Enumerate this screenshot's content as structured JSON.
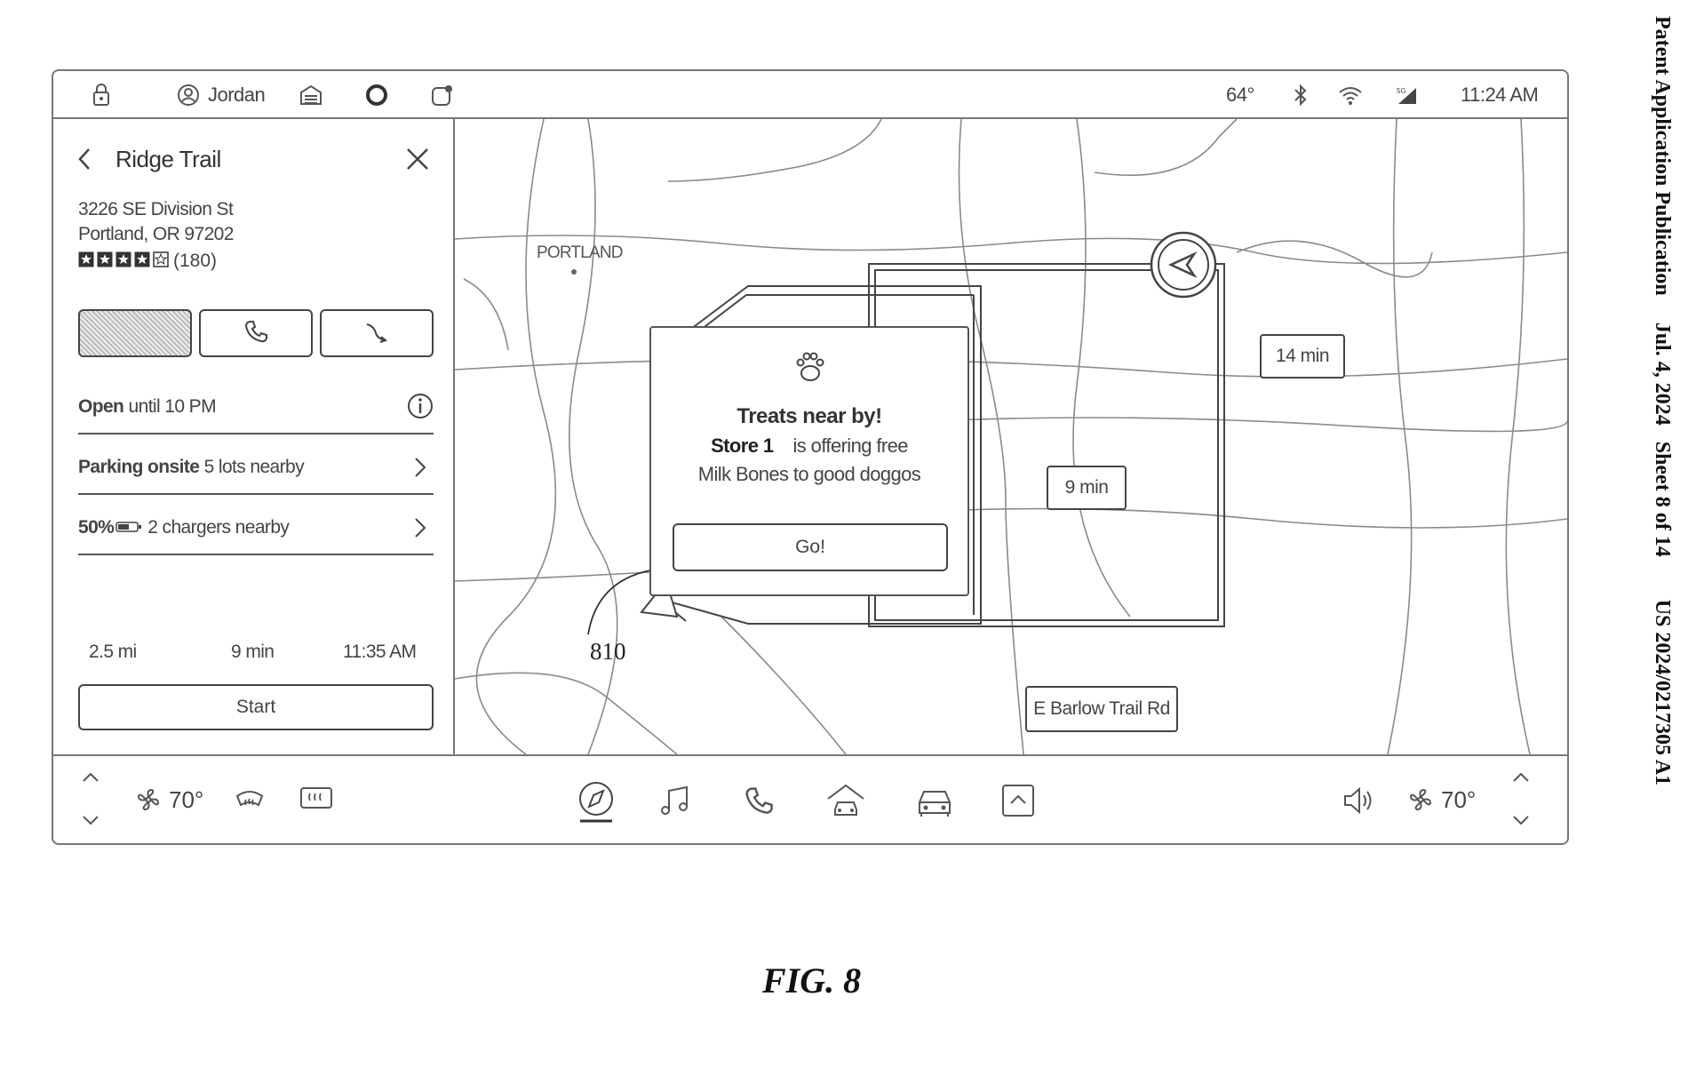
{
  "status_bar": {
    "user_name": "Jordan",
    "temperature": "64°",
    "time": "11:24 AM"
  },
  "side_panel": {
    "title": "Ridge Trail",
    "address_line1": "3226 SE Division St",
    "address_line2": "Portland, OR 97202",
    "rating_stars": 4,
    "rating_count": "(180)",
    "open_label": "Open",
    "open_detail": "until 10 PM",
    "parking_label": "Parking onsite",
    "parking_detail": "5 lots nearby",
    "charge_label": "50%",
    "charge_detail": "2 chargers nearby",
    "trip_distance": "2.5 mi",
    "trip_time": "9 min",
    "trip_arrival": "11:35 AM",
    "start_label": "Start"
  },
  "map": {
    "city_label": "PORTLAND",
    "route_bubble_1": "14 min",
    "route_bubble_2": "9 min",
    "street_label": "E Barlow Trail Rd",
    "reference_numeral": "810"
  },
  "popup": {
    "icon": "paw-icon",
    "title": "Treats near by!",
    "store_name": "Store 1",
    "message_part1": "is offering free",
    "message_part2": "Milk Bones to good doggos",
    "go_label": "Go!"
  },
  "bottom_bar": {
    "left_fan_temp": "70°",
    "right_fan_temp": "70°"
  },
  "patent": {
    "figure_label": "FIG. 8",
    "side_text": "Patent Application Publication     Jul. 4, 2024   Sheet 8 of 14        US 2024/0217305 A1"
  },
  "colors": {
    "line": "#555555",
    "frame": "#777777",
    "map_lines": "#8a8a8a"
  }
}
